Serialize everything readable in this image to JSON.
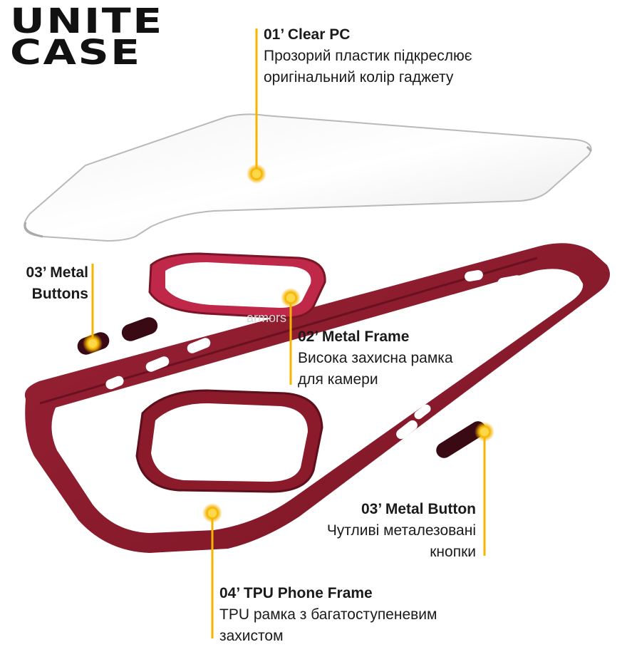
{
  "logo": {
    "line1": "UNITE",
    "line2": "CASE"
  },
  "callouts": [
    {
      "title": "01’ Clear PC",
      "desc_line1": "Прозорий пластик підкреслює",
      "desc_line2": "оригінальний колір гаджету"
    },
    {
      "title_line1": "03’ Metal",
      "title_line2": "Buttons"
    },
    {
      "title": "02’ Metal Frame",
      "desc_line1": "Висока захисна рамка",
      "desc_line2": "для камери"
    },
    {
      "title": "03’ Metal Button",
      "desc_line1": "Чутливі металезовані",
      "desc_line2": "кнопки"
    },
    {
      "title": "04’ TPU Phone Frame",
      "desc_line1": "TPU рамка з багатоступеневим",
      "desc_line2": "захистом"
    }
  ],
  "watermark": "armors",
  "colors": {
    "accent": "#f5b400",
    "frame": "#8b1a2b",
    "frame_dark": "#5e0f1c",
    "camera_ring": "#c0284a"
  }
}
